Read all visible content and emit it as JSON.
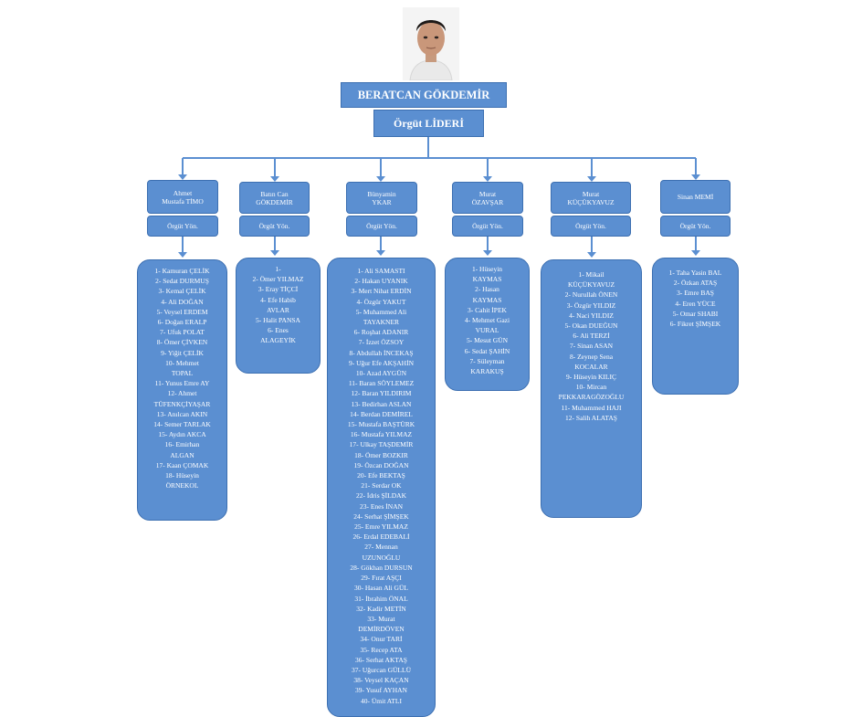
{
  "leader": {
    "name": "BERATCAN GÖKDEMİR",
    "role": "Örgüt LİDERİ"
  },
  "colors": {
    "box": "#5b8fd1",
    "border": "#3c6fb1",
    "line": "#5b8fd1",
    "text": "#ffffff"
  },
  "columns": [
    {
      "head": [
        "Ahmet",
        "Mustafa TİMO"
      ],
      "sub": "Örgüt Yön.",
      "members": [
        "1- Kamuran ÇELİK",
        "2- Sedat DURMUŞ",
        "3- Kemal ÇELİK",
        "4- Ali DOĞAN",
        "5- Veysel ERDEM",
        "6- Doğan ERALP",
        "7- Ufuk POLAT",
        "8- Ömer ÇİVKEN",
        "9- Yiğit ÇELİK",
        "10- Mehmet",
        "TOPAL",
        "11- Yunus Emre AY",
        "12- Ahmet",
        "TÜFENKÇİYAŞAR",
        "13- Anılcan AKIN",
        "14- Semer TARLAK",
        "15- Aydın AKCA",
        "16- Emirhan",
        "ALGAN",
        "17- Kaan ÇOMAK",
        "18- Hüseyin",
        "ÖRNEKOL"
      ]
    },
    {
      "head": [
        "Batın Can",
        "GÖKDEMİR"
      ],
      "sub": "Örgüt Yön.",
      "members": [
        "1-",
        "2- Ömer YILMAZ",
        "3- Eray TİÇCİ",
        "4- Efe Habib",
        "AVLAR",
        "5- Halit PANSA",
        "6- Enes",
        "ALAGEYİK"
      ]
    },
    {
      "head": [
        "Bünyamin",
        "YKAR"
      ],
      "sub": "Örgüt Yön.",
      "members": [
        "1- Ali SAMASTI",
        "2- Hakan UYANIK",
        "3- Mert Nihat ERDİN",
        "4- Özgür YAKUT",
        "5- Muhammed Ali",
        "TAYAKNER",
        "6- Roşhat ADANIR",
        "7- İzzet ÖZSOY",
        "8- Abdullah İNCEKAŞ",
        "9- Uğur Efe AKŞAHİN",
        "10- Azad AYGÜN",
        "11- Baran SÖYLEMEZ",
        "12- Baran YILDIRIM",
        "13- Bedirhan ASLAN",
        "14- Berdan DEMİREL",
        "15- Mustafa BAŞTÜRK",
        "16- Mustafa YILMAZ",
        "17- Ulkay TAŞDEMİR",
        "18- Ömer BOZKIR",
        "19- Özcan DOĞAN",
        "20- Efe BEKTAŞ",
        "21- Serdar OK",
        "22- İdris ŞİLDAK",
        "23- Enes İNAN",
        "24- Serhat ŞİMŞEK",
        "25- Emre YILMAZ",
        "26- Erdal EDEBALİ",
        "27- Mennan",
        "UZUNOĞLU",
        "28- Gökhan DURSUN",
        "29- Fırat AŞÇI",
        "30- Hasan Ali GÜL",
        "31- İbrahim ÖNAL",
        "32- Kadir METİN",
        "33- Murat",
        "DEMİRDÖVEN",
        "34- Onur TARİ",
        "35- Recep ATA",
        "36- Serhat AKTAŞ",
        "37- Uğurcan GÜLLÜ",
        "38- Veysel KAÇAN",
        "39- Yusuf AYHAN",
        "40- Ümit ATLI"
      ]
    },
    {
      "head": [
        "Murat",
        "ÖZAVŞAR"
      ],
      "sub": "Örgüt Yön.",
      "members": [
        "1- Hüseyin",
        "KAYMAS",
        "2- Hasan",
        "KAYMAS",
        "3- Cahit İPEK",
        "4- Mehmet Gazi",
        "VURAL",
        "5- Mesut GÜN",
        "6- Sedat ŞAHİN",
        "7- Süleyman",
        "KARAKUŞ"
      ]
    },
    {
      "head": [
        "Murat",
        "KÜÇÜKYAVUZ"
      ],
      "sub": "Örgüt Yön.",
      "members": [
        "1- Mikail",
        "KÜÇÜKYAVUZ",
        "2- Nurullah ÖNEN",
        "3- Özgür YILDIZ",
        "4- Naci YILDIZ",
        "5- Okan DUEĞUN",
        "6- Ali TERZİ",
        "7- Sinan ASAN",
        "8- Zeynep Sena",
        "KOCALAR",
        "9- Hüseyin KILIÇ",
        "10- Mircan",
        "PEKKARAGÖZOĞLU",
        "11- Muhammed HAJI",
        "12- Salih ALATAŞ"
      ]
    },
    {
      "head": [
        "Sinan MEMİ"
      ],
      "sub": "Örgüt Yön.",
      "members": [
        "1- Taha Yasin BAL",
        "2- Özkan ATAŞ",
        "3- Emre BAŞ",
        "4- Eren YÜCE",
        "5- Omar SHABI",
        "6- Fikret ŞİMŞEK"
      ]
    }
  ]
}
